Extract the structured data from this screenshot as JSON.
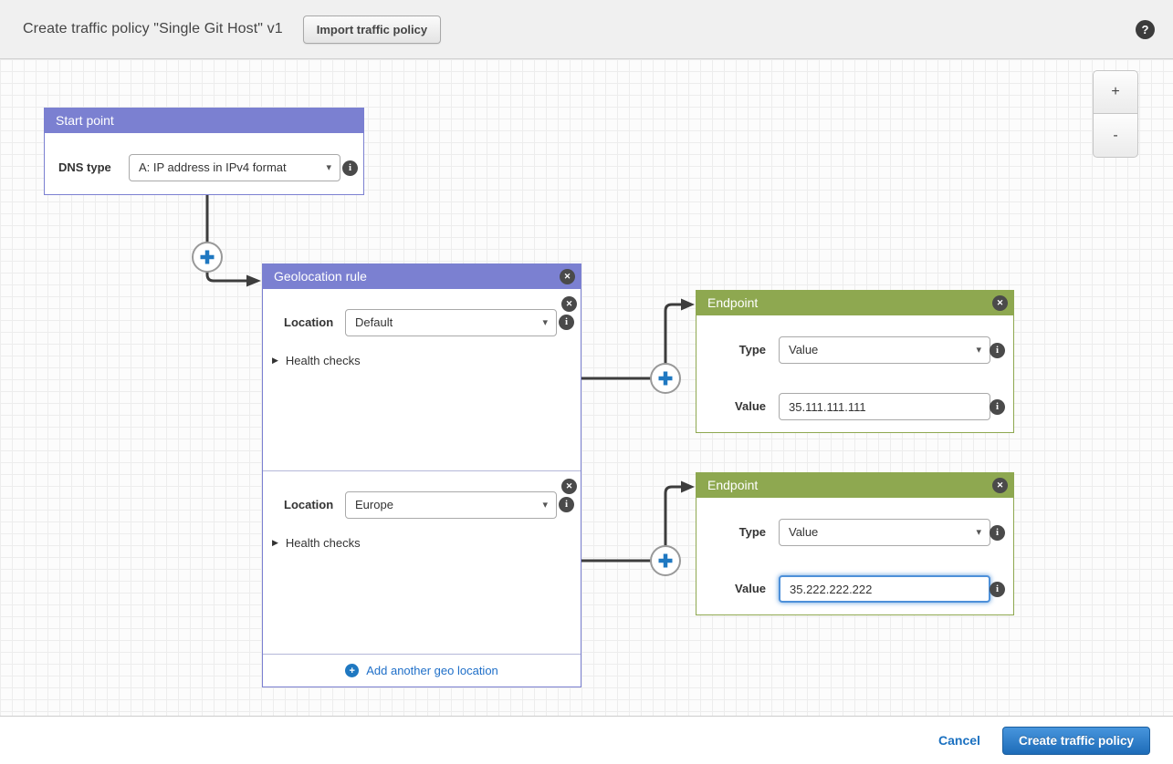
{
  "header": {
    "title": "Create traffic policy \"Single Git Host\" v1",
    "import_button_label": "Import traffic policy"
  },
  "icons": {
    "help": "?",
    "close": "✕",
    "info": "i",
    "zoom_in": "+",
    "zoom_out": "-",
    "expander_collapsed": "▶",
    "dropdown_caret": "▾",
    "add_plus": "+"
  },
  "start_point": {
    "title": "Start point",
    "dns_type_label": "DNS type",
    "dns_type_value": "A: IP address in IPv4 format"
  },
  "geolocation_rule": {
    "title": "Geolocation rule",
    "sections": [
      {
        "location_label": "Location",
        "location_value": "Default",
        "health_checks_label": "Health checks"
      },
      {
        "location_label": "Location",
        "location_value": "Europe",
        "health_checks_label": "Health checks"
      }
    ],
    "add_link_label": "Add another geo location"
  },
  "endpoints": [
    {
      "title": "Endpoint",
      "type_label": "Type",
      "type_value": "Value",
      "value_label": "Value",
      "value_text": "35.111.111.111",
      "focused": false
    },
    {
      "title": "Endpoint",
      "type_label": "Type",
      "type_value": "Value",
      "value_label": "Value",
      "value_text": "35.222.222.222",
      "focused": true
    }
  ],
  "footer": {
    "cancel_label": "Cancel",
    "create_button_label": "Create traffic policy"
  },
  "colors": {
    "rule_header_purple": "#7b80d1",
    "endpoint_header_green": "#8ea850",
    "connector_dark": "#3d3d3d",
    "accent_blue": "#1f78c1",
    "primary_button_blue": "#2e7cc4",
    "link_blue": "#1f6fc8",
    "topbar_gray": "#f0f0f0"
  }
}
